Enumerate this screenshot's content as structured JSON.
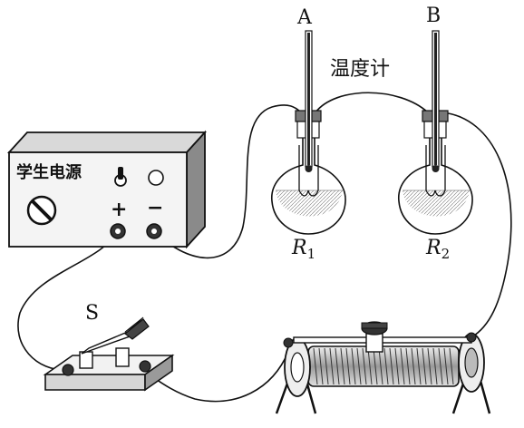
{
  "labels": {
    "thermometer_a": "A",
    "thermometer_b": "B",
    "thermometer_caption": "温度计",
    "power_supply": "学生电源",
    "plus": "+",
    "minus": "−",
    "switch": "S",
    "r1_letter": "R",
    "r1_sub": "1",
    "r2_letter": "R",
    "r2_sub": "2"
  },
  "colors": {
    "line": "#111111",
    "box_front": "#f4f4f4",
    "box_top": "#d9d9d9",
    "box_side": "#8a8a8a",
    "glass": "#ffffff",
    "liquid": "#555555"
  }
}
